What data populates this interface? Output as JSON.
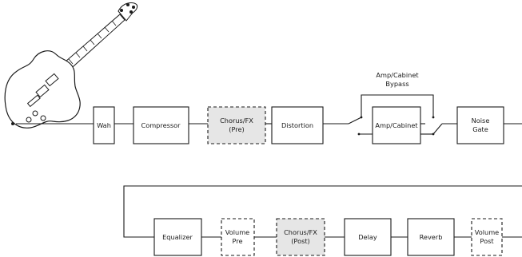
{
  "chain_row_1": {
    "wah": "Wah",
    "compressor": "Compressor",
    "chorus_pre": [
      "Chorus/FX",
      "(Pre)"
    ],
    "distortion": "Distortion",
    "amp_cabinet": "Amp/Cabinet",
    "noise_gate": [
      "Noise",
      "Gate"
    ]
  },
  "bypass_label": [
    "Amp/Cabinet",
    "Bypass"
  ],
  "chain_row_2": {
    "equalizer": "Equalizer",
    "volume_pre": [
      "Volume",
      "Pre"
    ],
    "chorus_post": [
      "Chorus/FX",
      "(Post)"
    ],
    "delay": "Delay",
    "reverb": "Reverb",
    "volume_post": [
      "Volume",
      "Post"
    ]
  }
}
